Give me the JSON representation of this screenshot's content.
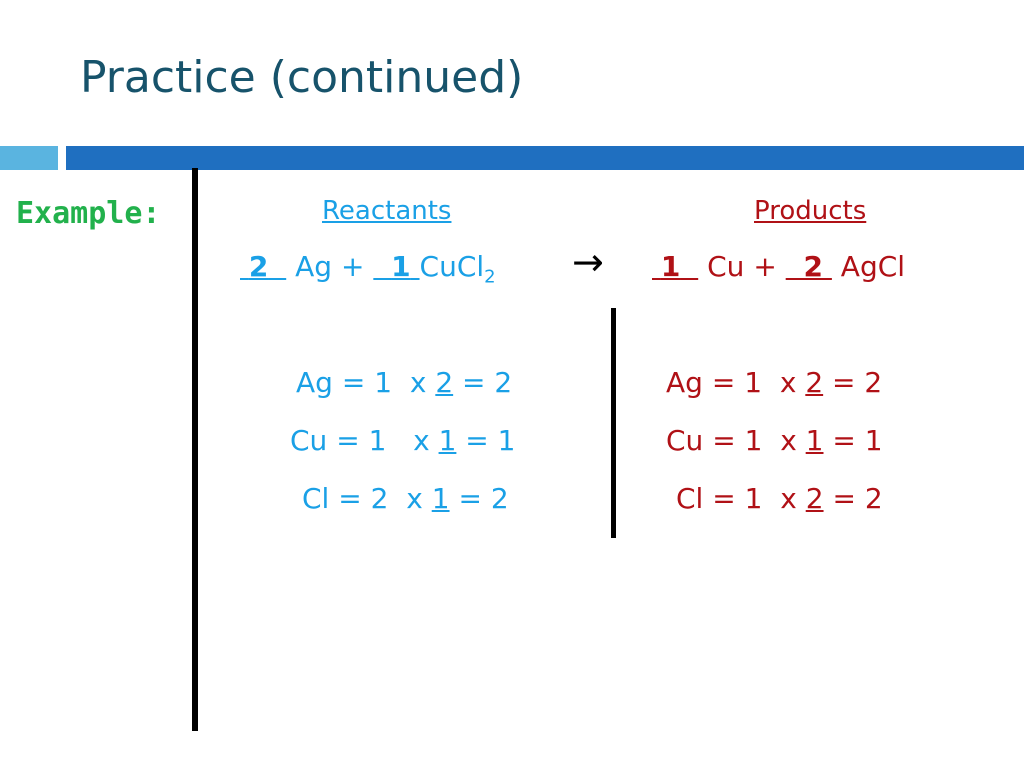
{
  "slide": {
    "title": "Practice (continued)",
    "example_label": "Example:",
    "reactants_header": "Reactants",
    "products_header": "Products",
    "equation": {
      "reactant_coef_1": "2",
      "reactant_species_1": "Ag",
      "plus": "+",
      "reactant_coef_2": "1",
      "reactant_species_2": "CuCl",
      "reactant_sub_2": "2",
      "arrow": "→",
      "product_coef_1": "1",
      "product_species_1": "Cu",
      "product_coef_2": "2",
      "product_species_2": "AgCl"
    },
    "reactant_counts": [
      {
        "element": "Ag",
        "count": "1",
        "multiplier": "2",
        "total": "2"
      },
      {
        "element": "Cu",
        "count": "1",
        "multiplier": "1",
        "total": "1"
      },
      {
        "element": "Cl",
        "count": "2",
        "multiplier": "1",
        "total": "2"
      }
    ],
    "product_counts": [
      {
        "element": "Ag",
        "count": "1",
        "multiplier": "2",
        "total": "2"
      },
      {
        "element": "Cu",
        "count": "1",
        "multiplier": "1",
        "total": "1"
      },
      {
        "element": "Cl",
        "count": "1",
        "multiplier": "2",
        "total": "2"
      }
    ],
    "colors": {
      "title": "#17536b",
      "reactants": "#1aa0e6",
      "products": "#b01116",
      "example": "#22b14c",
      "bar_light": "#5ab4e0",
      "bar_dark": "#1f6fc0"
    }
  }
}
